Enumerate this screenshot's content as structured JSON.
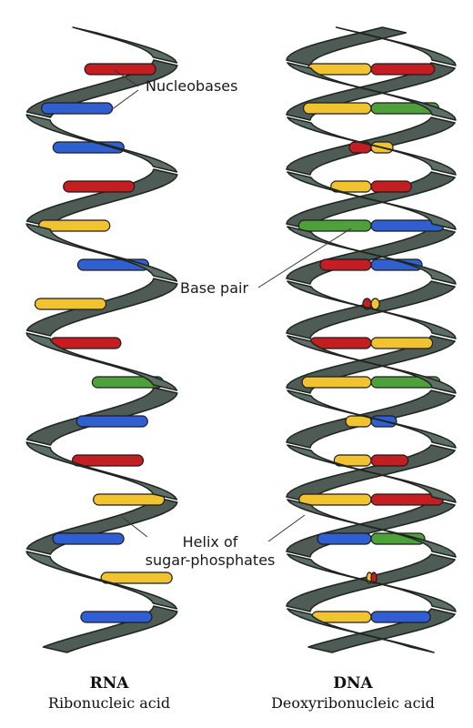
{
  "labels": {
    "nucleobases": "Nucleobases",
    "base_pair": "Base pair",
    "helix_line1": "Helix of",
    "helix_line2": "sugar-phosphates"
  },
  "rna": {
    "abbr": "RNA",
    "full_name": "Ribonucleic acid"
  },
  "dna": {
    "abbr": "DNA",
    "full_name": "Deoxyribonucleic acid"
  },
  "colors": {
    "strand": "#5d6e66",
    "strand_outline": "#1e2420",
    "red": "#c41e23",
    "yellow": "#f2c330",
    "blue": "#2f5fd0",
    "green": "#4ea03a",
    "callout_line": "#333333"
  },
  "rna_bases": [
    "red",
    "blue",
    "blue",
    "red",
    "yellow",
    "blue",
    "yellow",
    "red",
    "green",
    "blue",
    "red",
    "yellow",
    "blue",
    "yellow",
    "blue"
  ],
  "dna_base_pairs": [
    [
      "red",
      "yellow"
    ],
    [
      "yellow",
      "green"
    ],
    [
      "yellow",
      "red"
    ],
    [
      "red",
      "yellow"
    ],
    [
      "green",
      "blue"
    ],
    [
      "blue",
      "red"
    ],
    [
      "yellow",
      "red"
    ],
    [
      "red",
      "yellow"
    ],
    [
      "green",
      "yellow"
    ],
    [
      "yellow",
      "blue"
    ],
    [
      "yellow",
      "red"
    ],
    [
      "red",
      "yellow"
    ],
    [
      "blue",
      "green"
    ],
    [
      "yellow",
      "red"
    ],
    [
      "blue",
      "yellow"
    ]
  ]
}
